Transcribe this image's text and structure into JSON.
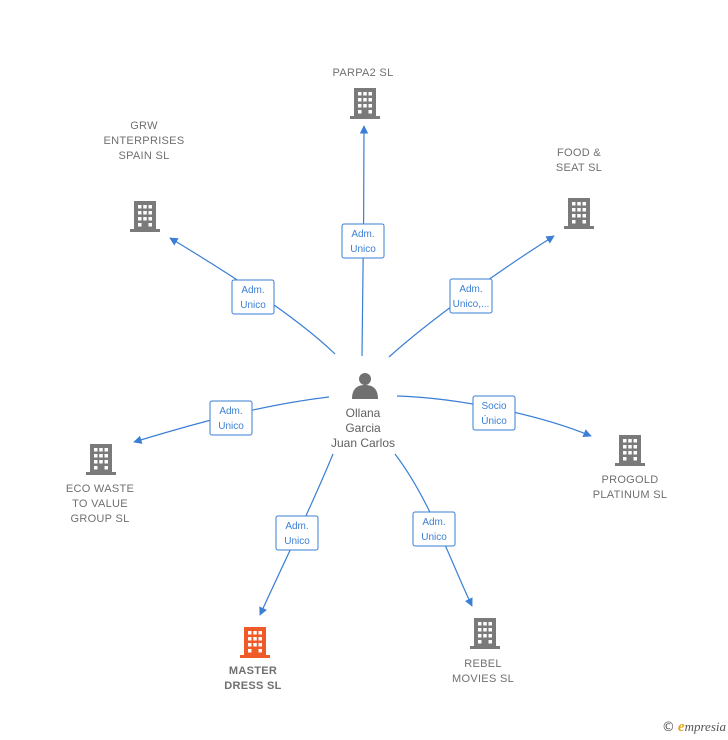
{
  "center": {
    "name_lines": [
      "Ollana",
      "Garcia",
      "Juan Carlos"
    ],
    "icon": "person-icon"
  },
  "nodes": [
    {
      "id": "parpa2",
      "label_lines": [
        "PARPA2  SL"
      ],
      "icon": "building-icon",
      "relation_lines": [
        "Adm.",
        "Unico"
      ],
      "focus": false
    },
    {
      "id": "grw",
      "label_lines": [
        "GRW",
        "ENTERPRISES",
        "SPAIN  SL"
      ],
      "icon": "building-icon",
      "relation_lines": [
        "Adm.",
        "Unico"
      ],
      "focus": false
    },
    {
      "id": "food-seat",
      "label_lines": [
        "FOOD &",
        "SEAT  SL"
      ],
      "icon": "building-icon",
      "relation_lines": [
        "Adm.",
        "Unico,..."
      ],
      "focus": false
    },
    {
      "id": "eco-waste",
      "label_lines": [
        "ECO WASTE",
        "TO VALUE",
        "GROUP  SL"
      ],
      "icon": "building-icon",
      "relation_lines": [
        "Adm.",
        "Unico"
      ],
      "focus": false
    },
    {
      "id": "progold",
      "label_lines": [
        "PROGOLD",
        "PLATINUM SL"
      ],
      "icon": "building-icon",
      "relation_lines": [
        "Socio",
        "Único"
      ],
      "focus": false
    },
    {
      "id": "master-dress",
      "label_lines": [
        "MASTER",
        "DRESS  SL"
      ],
      "icon": "building-icon",
      "relation_lines": [
        "Adm.",
        "Unico"
      ],
      "focus": true
    },
    {
      "id": "rebel-movies",
      "label_lines": [
        "REBEL",
        "MOVIES SL"
      ],
      "icon": "building-icon",
      "relation_lines": [
        "Adm.",
        "Unico"
      ],
      "focus": false
    }
  ],
  "colors": {
    "edge": "#3a7fd5",
    "building": "#7a7a7a",
    "building_focus": "#f05a28",
    "person": "#707070"
  },
  "footer": {
    "copyright": "©",
    "brand_initial": "e",
    "brand_rest": "mpresia"
  }
}
